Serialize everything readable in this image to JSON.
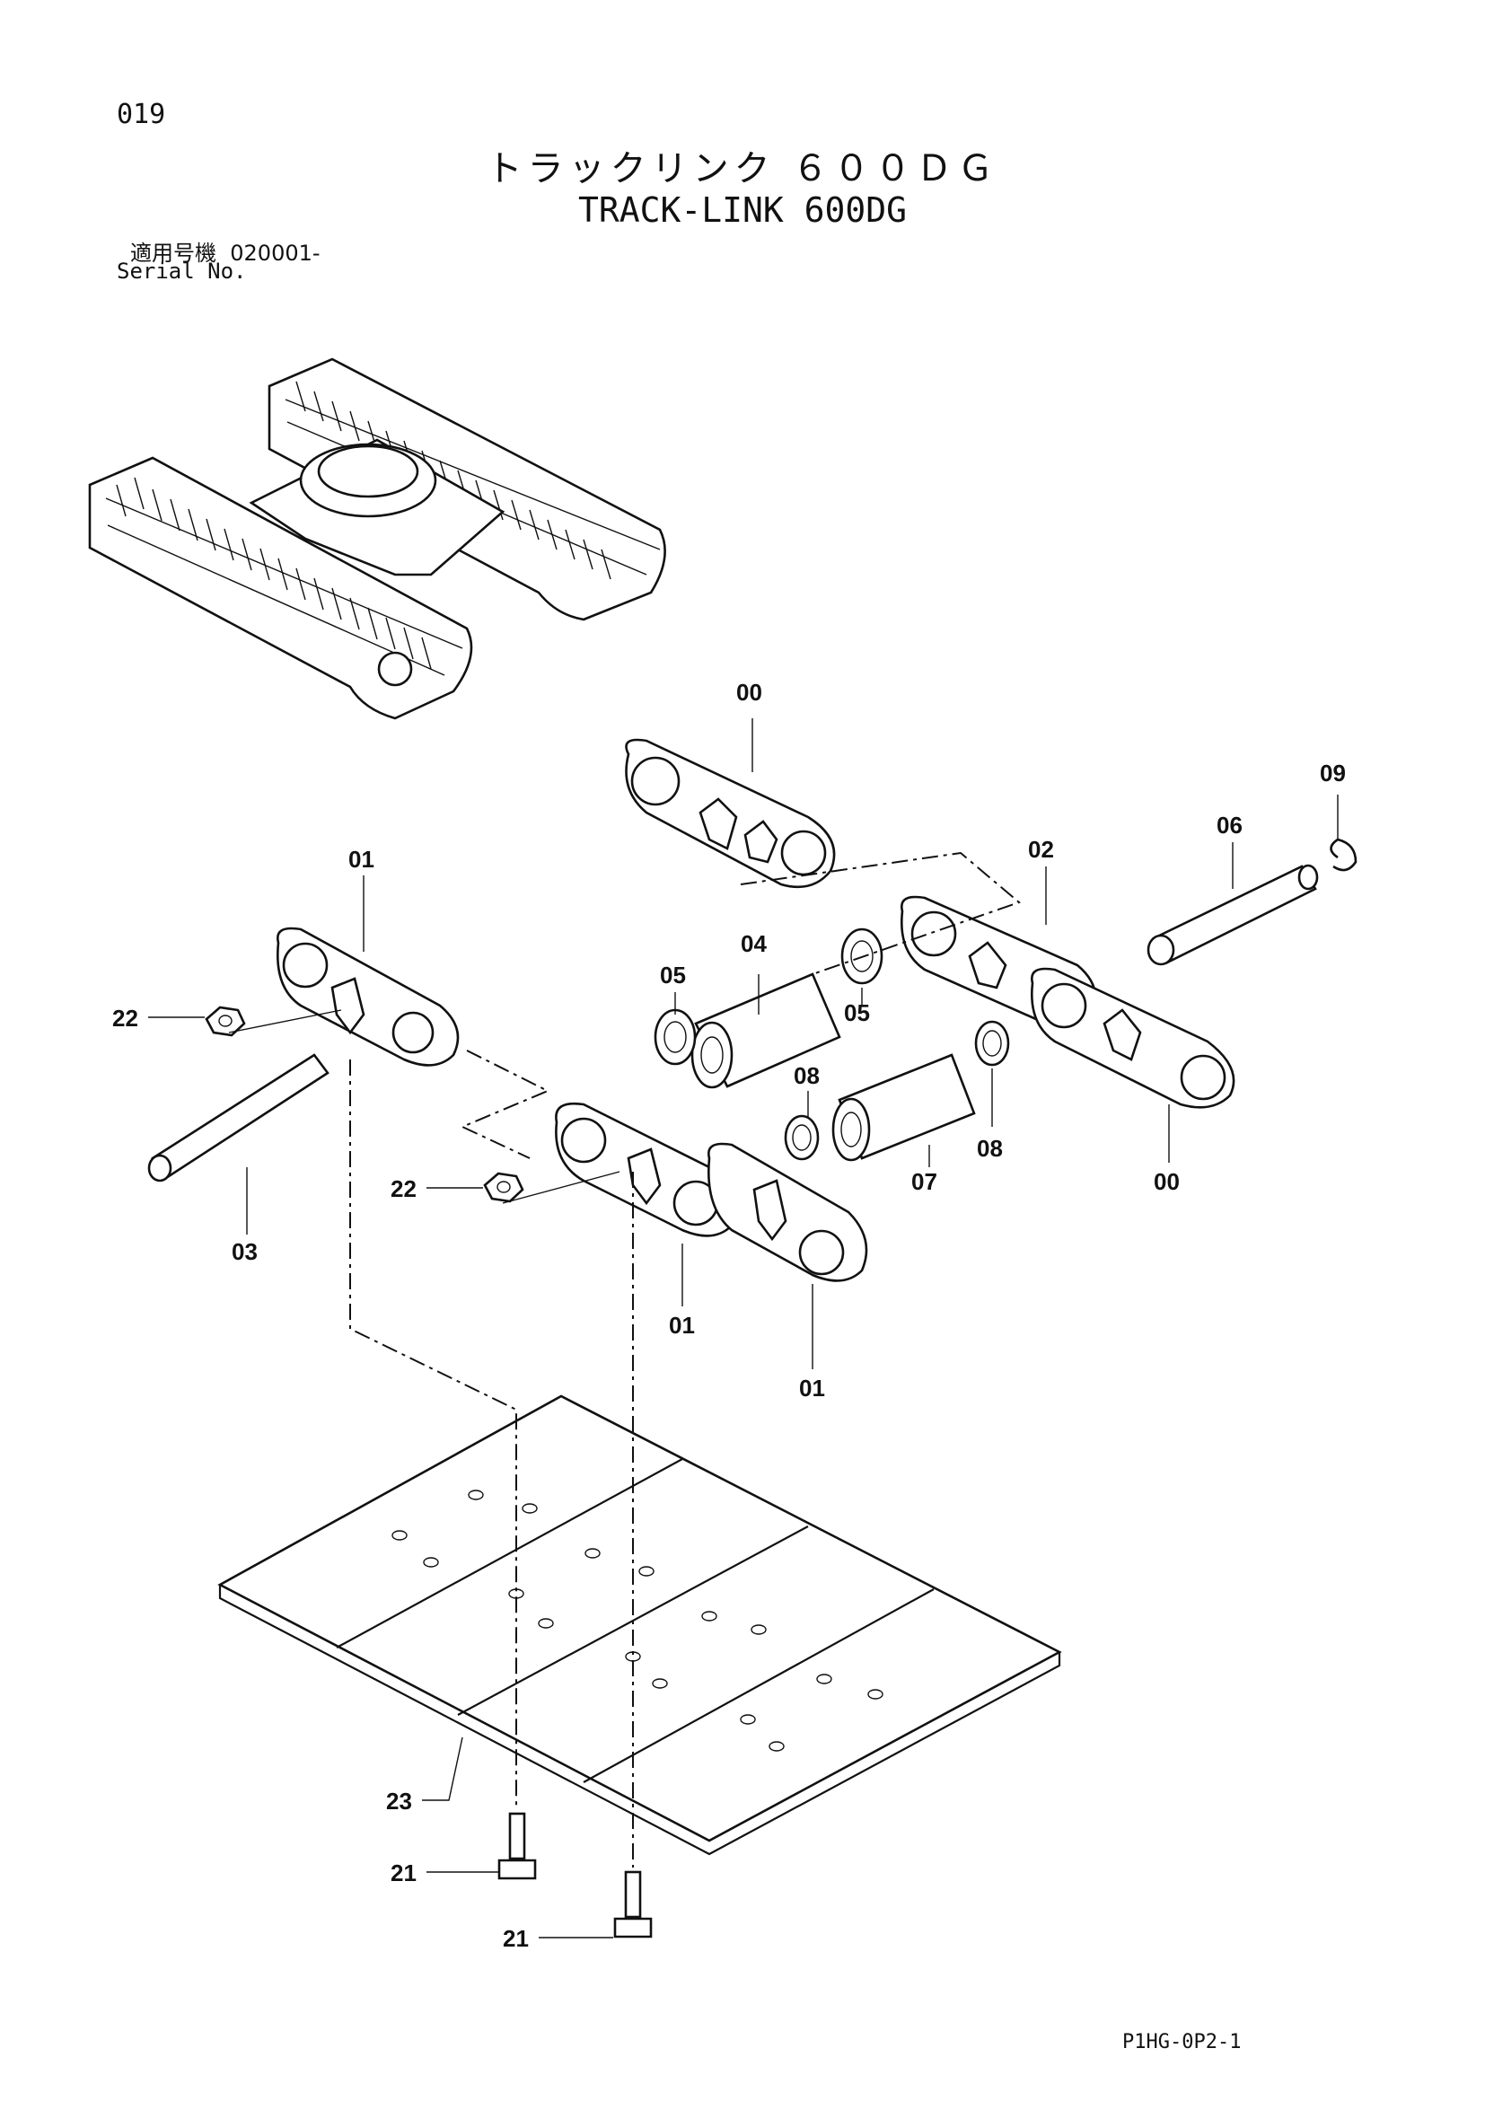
{
  "header": {
    "page_no": "019",
    "title_jp": "トラックリンク ６００ＤＧ",
    "title_en": "TRACK-LINK 600DG",
    "serial_label_jp": "適用号機",
    "serial_value": "020001-",
    "serial_label_en": "Serial No."
  },
  "callouts": {
    "c00_top": "00",
    "c00_right": "00",
    "c01_left": "01",
    "c01_mid": "01",
    "c01_bottom": "01",
    "c02": "02",
    "c03": "03",
    "c04": "04",
    "c05_left": "05",
    "c05_right": "05",
    "c06": "06",
    "c07": "07",
    "c08_left": "08",
    "c08_right": "08",
    "c09": "09",
    "c21_upper": "21",
    "c21_lower": "21",
    "c22_upper": "22",
    "c22_lower": "22",
    "c23": "23"
  },
  "footer": {
    "code": "P1HG-0P2-1"
  }
}
